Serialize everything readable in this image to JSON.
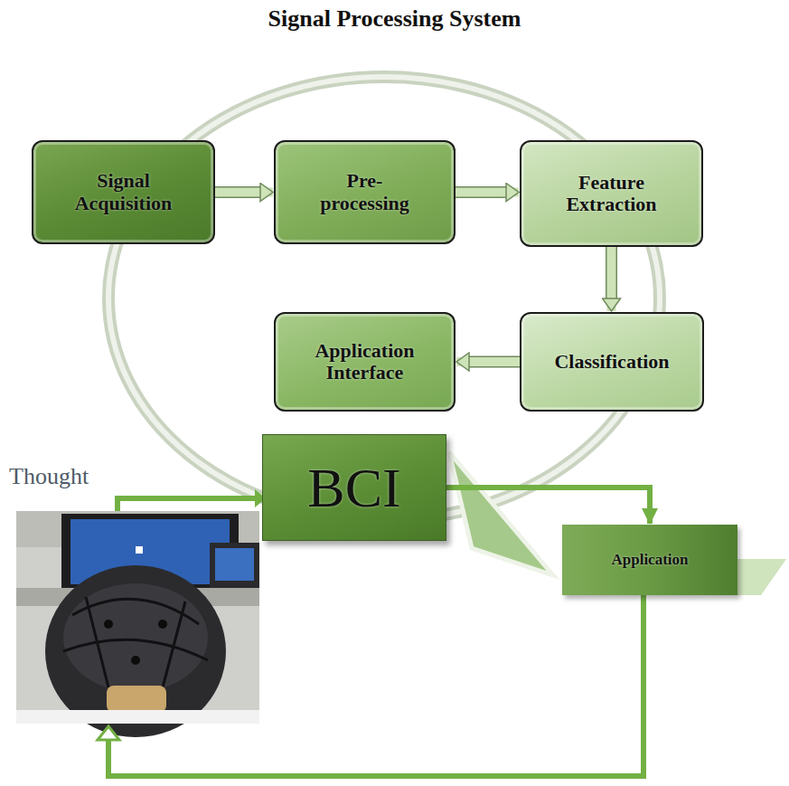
{
  "diagram": {
    "title": "Signal Processing System",
    "nodes": [
      {
        "text": [
          "Signal Acquisition"
        ]
      },
      {
        "text": [
          "Pre- processing"
        ]
      },
      {
        "text": [
          "Feature Extraction"
        ]
      },
      {
        "text": [
          "Classification"
        ]
      },
      {
        "text": [
          "Application Interface"
        ]
      },
      {
        "text": [
          "BCI"
        ]
      },
      {
        "text": [
          "Application"
        ]
      }
    ],
    "edges": [
      {
        "from": 0,
        "to": 1,
        "arrow": "to"
      },
      {
        "from": 1,
        "to": 2,
        "arrow": "to"
      },
      {
        "from": 2,
        "to": 3,
        "arrow": "to"
      },
      {
        "from": 3,
        "to": 4,
        "arrow": "to"
      },
      {
        "from": 5,
        "to": 6,
        "arrow": "to"
      }
    ],
    "labels": [
      "Thought"
    ]
  }
}
